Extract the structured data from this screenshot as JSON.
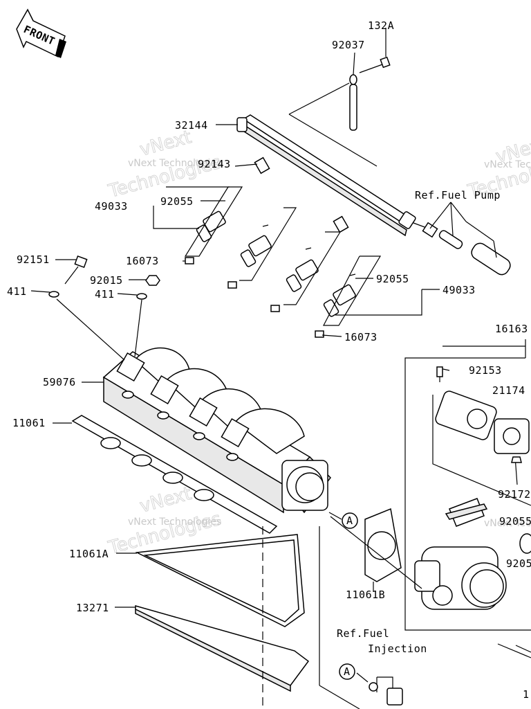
{
  "badge": {
    "front": "FRONT"
  },
  "labels": {
    "l132A": "132A",
    "l92037": "92037",
    "l32144": "32144",
    "l92143": "92143",
    "l92055a": "92055",
    "l49033a": "49033",
    "l92151": "92151",
    "l16073a": "16073",
    "l92015": "92015",
    "l411a": "411",
    "l411b": "411",
    "l92055b": "92055",
    "l49033b": "49033",
    "l16073b": "16073",
    "l59076": "59076",
    "l11061": "11061",
    "l16163": "16163",
    "l92153": "92153",
    "l21174": "21174",
    "l92172": "92172",
    "l92055c": "92055",
    "l92055d": "9205",
    "l11061A": "11061A",
    "l13271": "13271",
    "l11061B": "11061B",
    "l1": "1"
  },
  "refs": {
    "fuel_pump": "Ref.Fuel Pump",
    "fuel_injection_1": "Ref.Fuel",
    "fuel_injection_2": "Injection"
  },
  "callouts": {
    "a1": "A",
    "a2": "A"
  },
  "watermark": {
    "company": "vNext Technologies",
    "big1": "vNext",
    "big2": "Technologies"
  }
}
